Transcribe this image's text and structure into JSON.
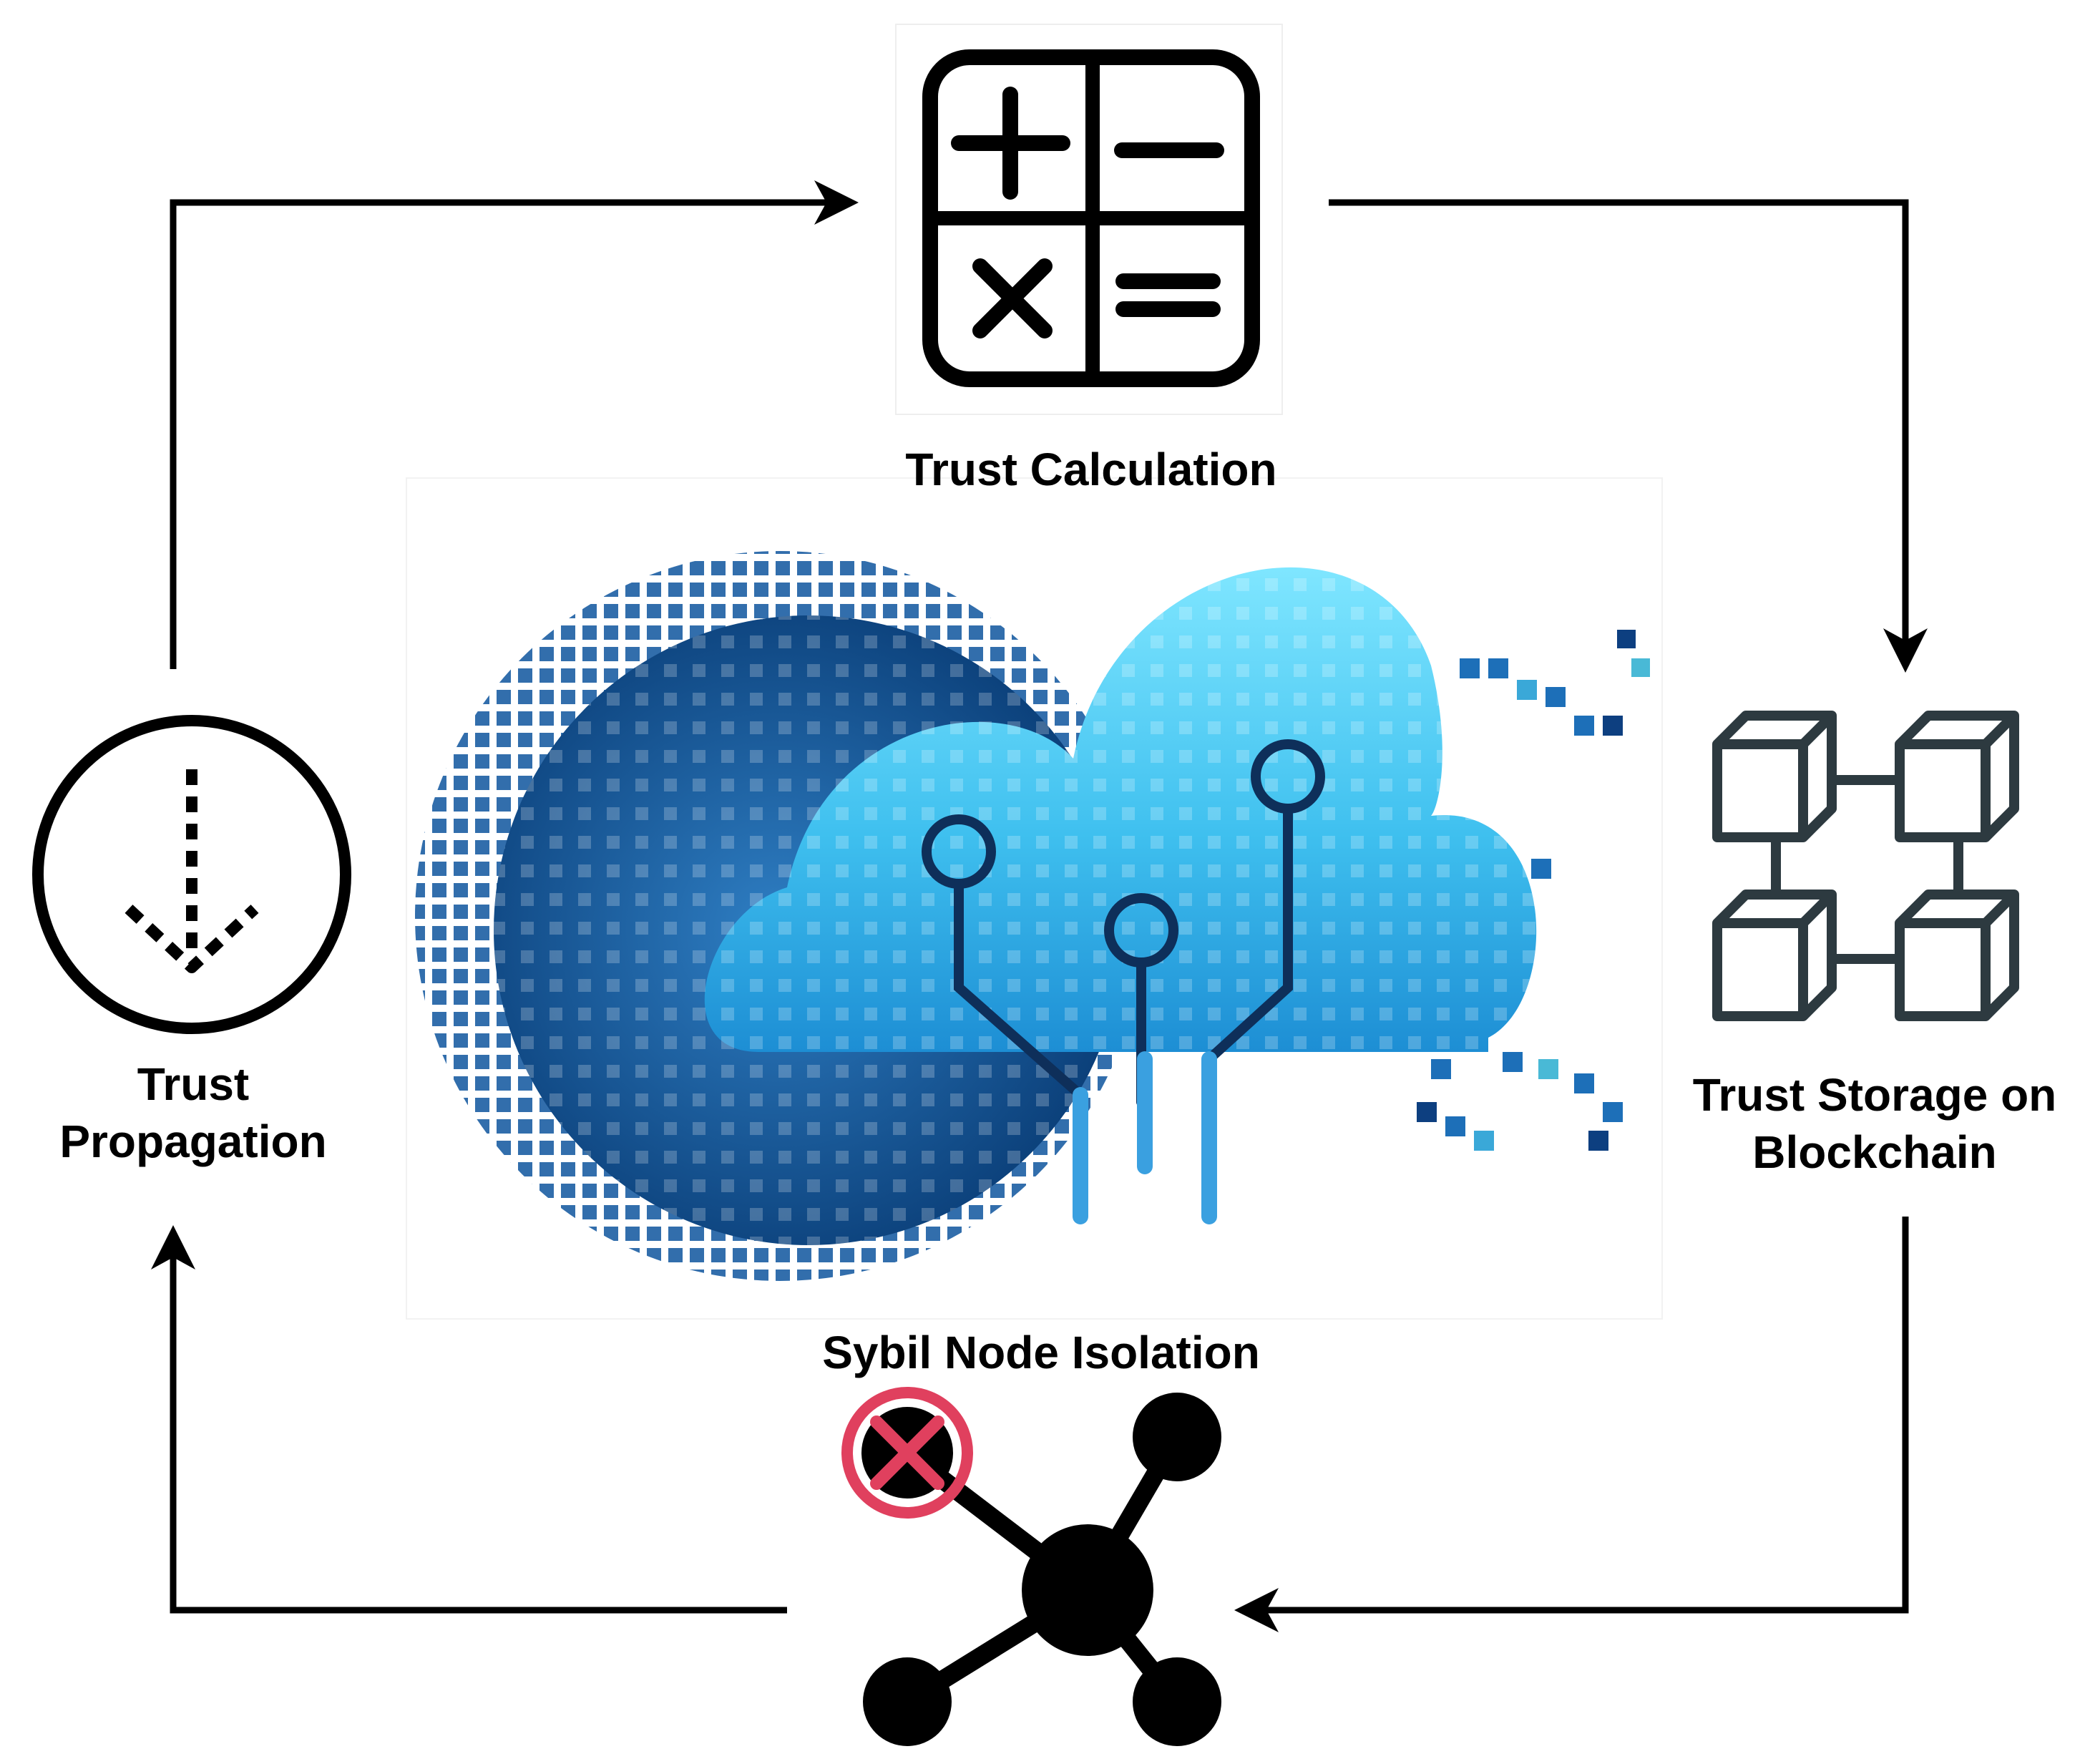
{
  "diagram": {
    "nodes": {
      "trust_calculation": {
        "label": "Trust Calculation",
        "icon": "calculator-icon"
      },
      "trust_storage": {
        "line1": "Trust Storage on",
        "line2": "Blockchain",
        "icon": "blockchain-cubes-icon"
      },
      "sybil_isolation": {
        "label": "Sybil Node Isolation",
        "icon": "network-node-icon"
      },
      "trust_propagation": {
        "line1": "Trust",
        "line2": "Propagation",
        "icon": "download-circle-icon"
      }
    },
    "center_image": {
      "icon": "cloud-circuit-icon"
    },
    "flow": [
      "trust_calculation",
      "trust_storage",
      "sybil_isolation",
      "trust_propagation"
    ],
    "colors": {
      "arrow": "#000000",
      "cloud_light": "#5fd3f5",
      "cloud_dark": "#0b3f7a",
      "sybil_mark": "#e0405e"
    }
  }
}
